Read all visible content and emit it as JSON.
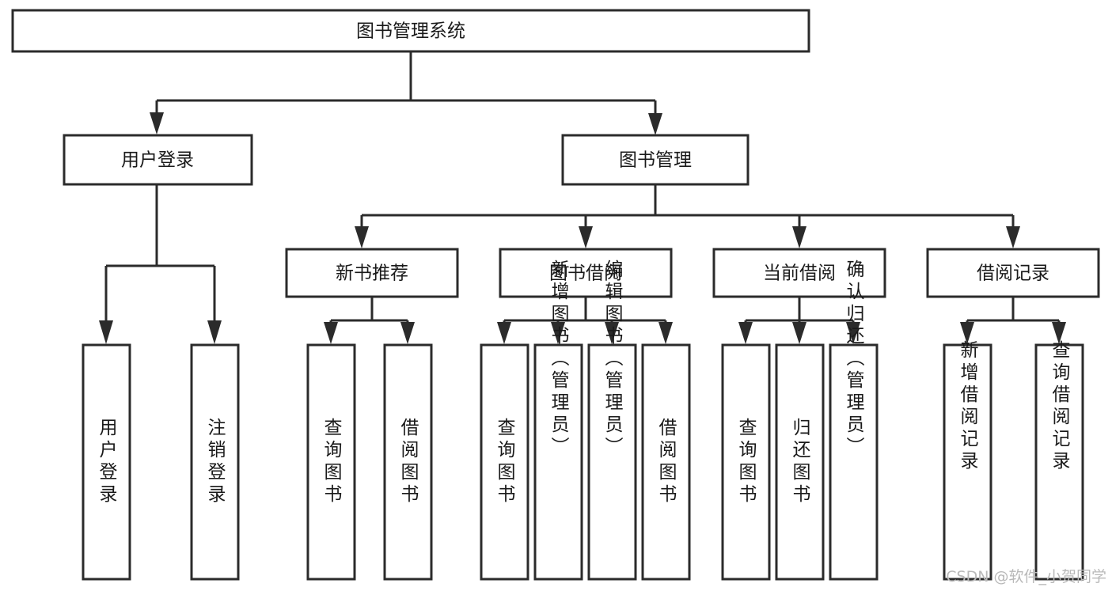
{
  "diagram": {
    "type": "tree-hierarchy",
    "title": "图书管理系统",
    "watermark": "CSDN @软件_小贺同学",
    "colors": {
      "stroke": "#2b2b2b",
      "fill": "#ffffff",
      "text": "#1a1a1a",
      "watermark": "#b9b9b9",
      "background": "#ffffff"
    },
    "levels": {
      "root": {
        "label": "图书管理系统"
      },
      "level2": [
        {
          "label": "用户登录"
        },
        {
          "label": "图书管理"
        }
      ],
      "level3": [
        {
          "label": "新书推荐"
        },
        {
          "label": "图书借阅"
        },
        {
          "label": "当前借阅"
        },
        {
          "label": "借阅记录"
        }
      ],
      "leaves": {
        "user_login": [
          {
            "label": "用户登录"
          },
          {
            "label": "注销登录"
          }
        ],
        "new_book_recommend": [
          {
            "label": "查询图书"
          },
          {
            "label": "借阅图书"
          }
        ],
        "book_borrow": [
          {
            "label": "查询图书"
          },
          {
            "label": "新增图书（管理员）"
          },
          {
            "label": "编辑图书（管理员）"
          },
          {
            "label": "借阅图书"
          }
        ],
        "current_borrow": [
          {
            "label": "查询图书"
          },
          {
            "label": "归还图书"
          },
          {
            "label": "确认归还（管理员）"
          }
        ],
        "borrow_record": [
          {
            "label": "新增借阅记录"
          },
          {
            "label": "查询借阅记录"
          }
        ]
      }
    }
  }
}
